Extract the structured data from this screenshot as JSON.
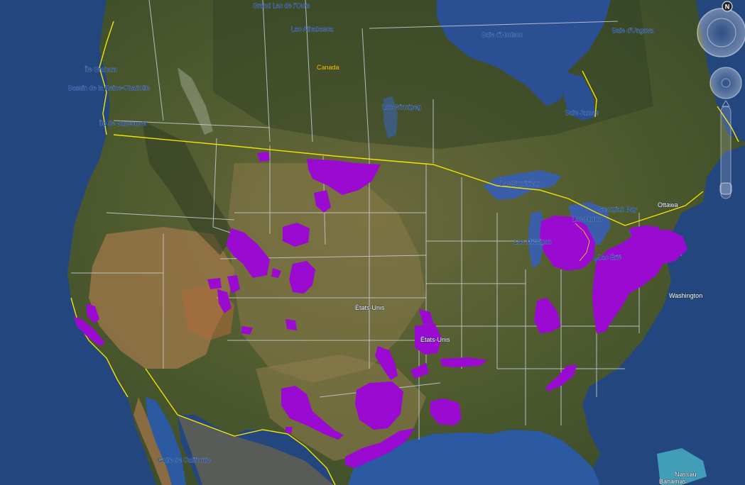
{
  "map": {
    "labels": {
      "canada": "Canada",
      "etats_unis_1": "États-Unis",
      "etats_unis_2": "États-Unis",
      "washington": "Washington",
      "ottawa": "Ottawa",
      "lac_winnipeg": "Lac Winnipeg",
      "lac_superieur": "Lac Supérieur",
      "lac_michigan": "Lac Michigan",
      "lac_huron": "Lac Huron",
      "lac_erie": "Lac Érié",
      "georgian_bay": "Georgian Bay",
      "baie_hudson": "Baie d'Hudson",
      "baie_james": "Baie James",
      "baie_ungava": "Baie d'Ungava",
      "lac_athabasca": "Lac Athabasca",
      "grand_lac_ours": "Grand Lac de l'Ours",
      "ile_reine_charlotte": "Île Graham",
      "bassin_reine_charlotte": "Bassin de la Reine-Charlotte",
      "ile_vancouver": "Île de Vancouver",
      "golfe_californie": "Golfe de Californie",
      "nassau": "Nassau",
      "bahamas": "Bahamas"
    },
    "compass_letter": "N"
  },
  "colors": {
    "ocean": "#244a8a",
    "land_green": "#4a5a2a",
    "land_tan": "#8a7a4a",
    "desert": "#a07a4a",
    "lake": "#3a5fa8",
    "shale": "#9a0ad0",
    "border_intl": "#f2e200",
    "border_state": "#c9ced8"
  }
}
